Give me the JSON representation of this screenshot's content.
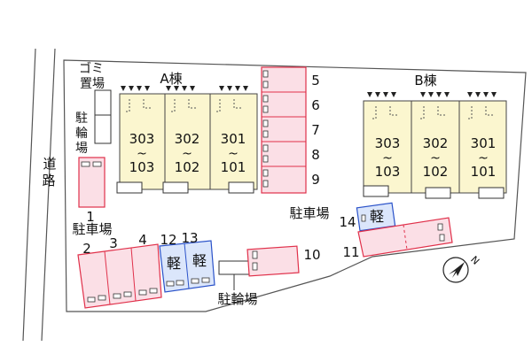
{
  "road_label": "道路",
  "buildings": {
    "a": {
      "name": "A棟",
      "units": [
        {
          "top": "303",
          "tilde": "~",
          "bottom": "103"
        },
        {
          "top": "302",
          "tilde": "~",
          "bottom": "102"
        },
        {
          "top": "301",
          "tilde": "~",
          "bottom": "101"
        }
      ]
    },
    "b": {
      "name": "B棟",
      "units": [
        {
          "top": "303",
          "tilde": "~",
          "bottom": "103"
        },
        {
          "top": "302",
          "tilde": "~",
          "bottom": "102"
        },
        {
          "top": "301",
          "tilde": "~",
          "bottom": "101"
        }
      ]
    }
  },
  "facilities": {
    "garbage": [
      "ゴミ",
      "置場"
    ],
    "bicycle_left": [
      "駐",
      "輪",
      "場"
    ],
    "bicycle_bottom": "駐輪場",
    "parking_left": "駐車場",
    "parking_right": "駐車場"
  },
  "spaces": {
    "right_stack": [
      "5",
      "6",
      "7",
      "8",
      "9"
    ],
    "space_1": "1",
    "bottom_row": [
      "2",
      "3",
      "4"
    ],
    "kei_left": [
      {
        "num": "12",
        "label": "軽"
      },
      {
        "num": "13",
        "label": "軽"
      }
    ],
    "space_10": "10",
    "kei_right": {
      "num": "14",
      "label": "軽"
    },
    "space_11": "11"
  },
  "compass": "N",
  "colors": {
    "boundary": "#555555",
    "building_fill": "#fbf6cf",
    "parking_fill": "#fbdfe6",
    "parking_stroke": "#e0304a",
    "kei_fill": "#dbe6fb",
    "kei_stroke": "#2a52c9"
  }
}
